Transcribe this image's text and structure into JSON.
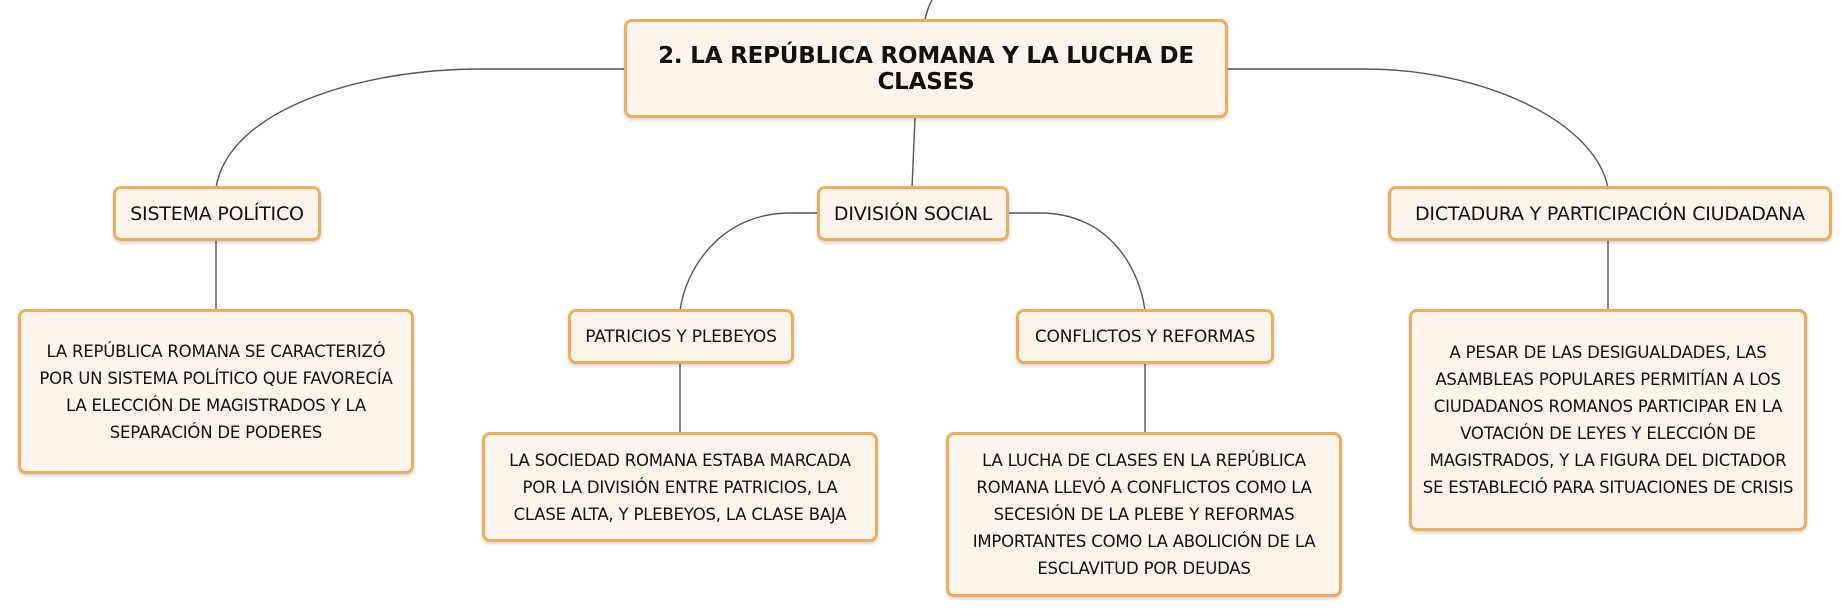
{
  "colors": {
    "node_fill": "#fdf5ec",
    "node_border": "#f0ac5c",
    "connector": "#555555",
    "text": "#111111"
  },
  "diagram": {
    "root": "2. LA REPÚBLICA ROMANA Y LA LUCHA DE CLASES",
    "branches": [
      {
        "label": "SISTEMA POLÍTICO",
        "detail": "LA REPÚBLICA ROMANA SE CARACTERIZÓ POR UN SISTEMA POLÍTICO QUE FAVORECÍA LA ELECCIÓN DE MAGISTRADOS Y LA SEPARACIÓN DE PODERES"
      },
      {
        "label": "DIVISIÓN SOCIAL",
        "children": [
          {
            "label": "PATRICIOS Y PLEBEYOS",
            "detail": "LA SOCIEDAD ROMANA ESTABA MARCADA POR LA DIVISIÓN ENTRE PATRICIOS, LA CLASE ALTA, Y PLEBEYOS, LA CLASE BAJA"
          },
          {
            "label": "CONFLICTOS Y REFORMAS",
            "detail": "LA LUCHA DE CLASES EN LA REPÚBLICA ROMANA LLEVÓ A CONFLICTOS COMO LA SECESIÓN DE LA PLEBE Y REFORMAS IMPORTANTES COMO LA ABOLICIÓN DE LA ESCLAVITUD POR DEUDAS"
          }
        ]
      },
      {
        "label": "DICTADURA Y PARTICIPACIÓN CIUDADANA",
        "detail": "A PESAR DE LAS DESIGUALDADES, LAS ASAMBLEAS POPULARES PERMITÍAN A LOS CIUDADANOS ROMANOS PARTICIPAR EN LA VOTACIÓN DE LEYES Y ELECCIÓN DE MAGISTRADOS, Y LA FIGURA DEL DICTADOR SE ESTABLECIÓ PARA SITUACIONES DE CRISIS"
      }
    ]
  }
}
